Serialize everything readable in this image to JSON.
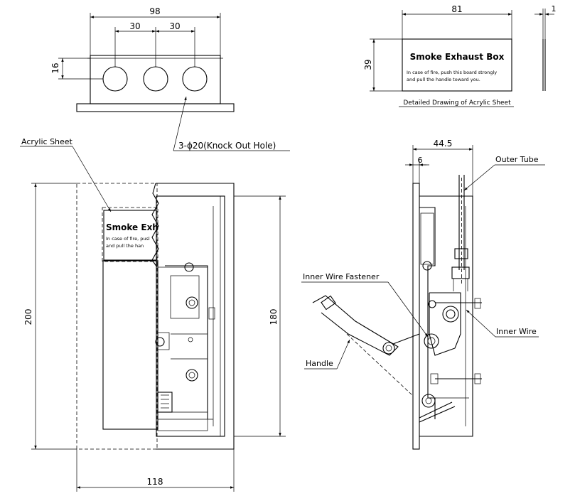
{
  "top_view": {
    "dim_width": "98",
    "dim_pitch_left": "30",
    "dim_pitch_right": "30",
    "dim_height": "16",
    "knockout_label": "3-ϕ20(Knock Out Hole)"
  },
  "acrylic_detail": {
    "dim_width": "81",
    "dim_height": "39",
    "dim_thickness": "1",
    "title": "Smoke Exhaust Box",
    "line1": "In case of fire, push this board strongly",
    "line2": "and pull the handle toward you.",
    "caption": "Detailed Drawing of Acrylic Sheet"
  },
  "front_view": {
    "acrylic_label": "Acrylic Sheet",
    "panel_title": "Smoke Exh",
    "panel_line1": "In case of fire, pusl",
    "panel_line2": "and pull the han",
    "dim_height": "200",
    "dim_inner_height": "180",
    "dim_width": "118"
  },
  "side_view": {
    "dim_depth": "44.5",
    "dim_flange": "6",
    "outer_tube_label": "Outer Tube",
    "inner_wire_fastener_label": "Inner Wire Fastener",
    "inner_wire_label": "Inner Wire",
    "handle_label": "Handle"
  }
}
